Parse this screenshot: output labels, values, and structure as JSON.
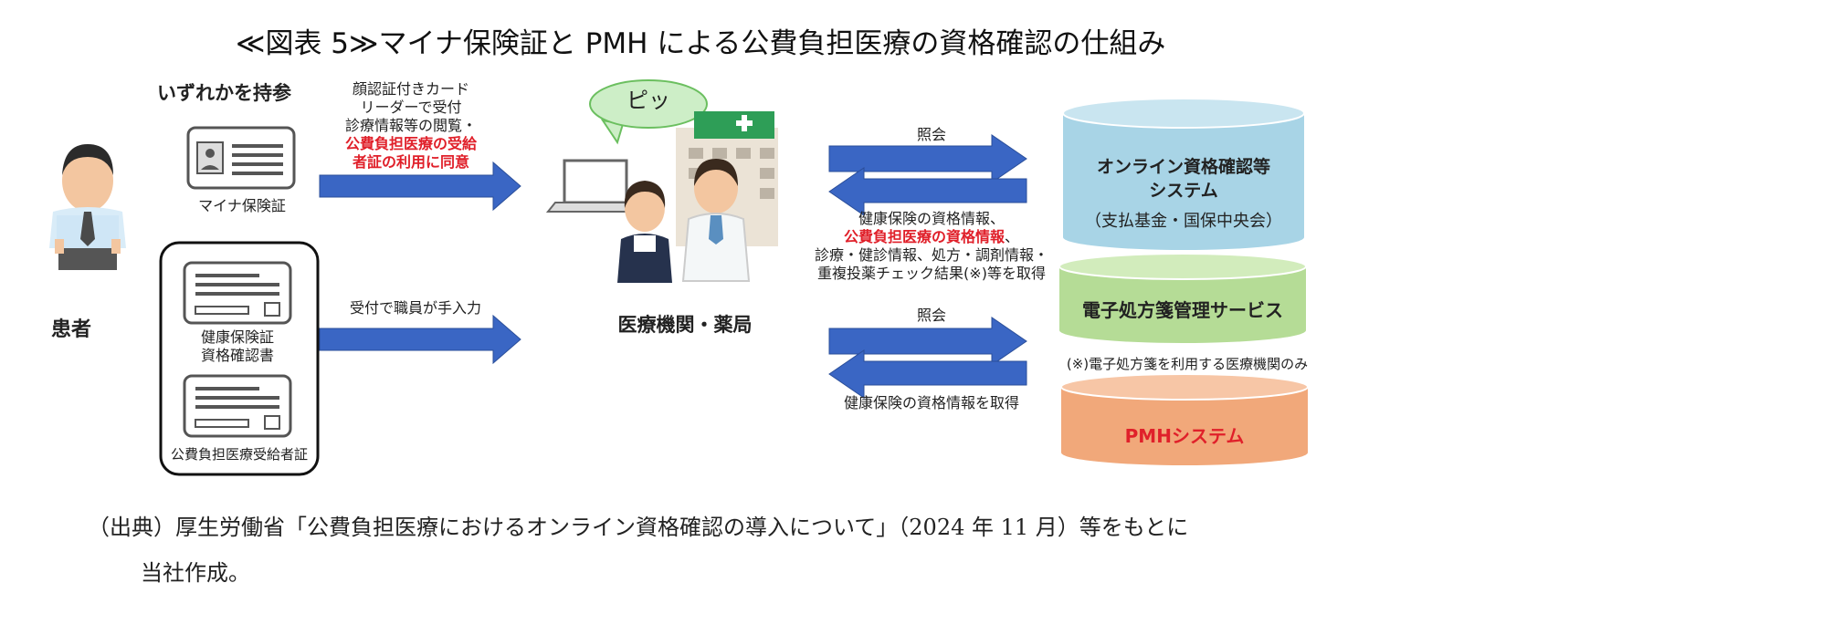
{
  "title": "≪図表 5≫マイナ保険証と PMH による公費負担医療の資格確認の仕組み",
  "patient": {
    "label": "患者"
  },
  "bring_any": "いずれかを持参",
  "cards": {
    "myna": "マイナ保険証",
    "health_1": "健康保険証",
    "health_2": "資格確認書",
    "public": "公費負担医療受給者証"
  },
  "top_arrow": {
    "line1": "顔認証付きカード",
    "line2": "リーダーで受付",
    "line3": "診療情報等の閲覧・",
    "line4": "公費負担医療の受給",
    "line5": "者証の利用に同意"
  },
  "bottom_arrow": {
    "label": "受付で職員が手入力"
  },
  "speech": "ピッ",
  "facility": "医療機関・薬局",
  "query1": "照会",
  "query2": "照会",
  "results": {
    "line1": "健康保険の資格情報、",
    "line2_red": "公費負担医療の資格情報",
    "line2_end": "、",
    "line3": "診療・健診情報、処方・調剤情報・",
    "line4": "重複投薬チェック結果(※)等を取得"
  },
  "bottom_result": "健康保険の資格情報を取得",
  "systems": {
    "online_1": "オンライン資格確認等",
    "online_2": "システム",
    "online_3": "（支払基金・国保中央会）",
    "eprescription": "電子処方箋管理サービス",
    "note": "(※)電子処方箋を利用する医療機関のみ",
    "pmh": "PMHシステム"
  },
  "colors": {
    "arrow": "#3a66c4",
    "cyl_blue": "#a8d4e6",
    "cyl_green": "#b5dc96",
    "cyl_orange": "#f1a87a",
    "red_text": "#e0202a"
  },
  "source": {
    "line1": "（出典）厚生労働省「公費負担医療におけるオンライン資格確認の導入について」（2024 年 11 月）等をもとに",
    "line2": "当社作成。"
  }
}
